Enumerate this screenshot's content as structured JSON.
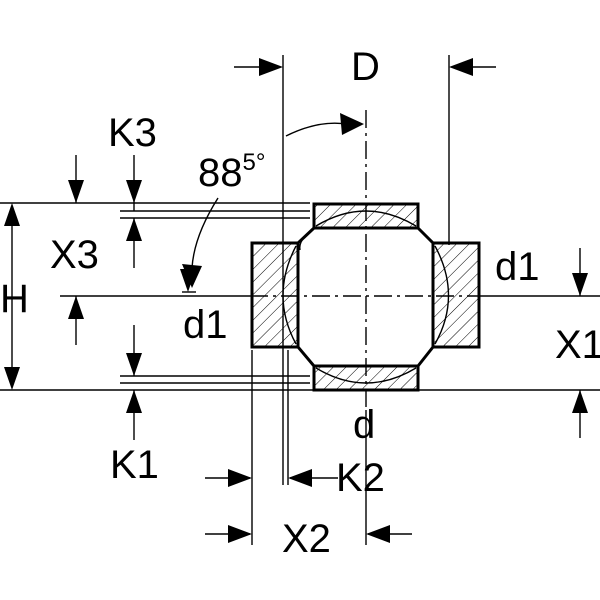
{
  "labels": {
    "D": "D",
    "d": "d",
    "d1_left": "d1",
    "d1_right": "d1",
    "H": "H",
    "K1": "K1",
    "K2": "K2",
    "K3": "K3",
    "X1": "X1",
    "X2": "X2",
    "X3": "X3",
    "angle_base": "88",
    "angle_sup": "5°"
  },
  "colors": {
    "line": "#000000",
    "background": "#ffffff"
  }
}
